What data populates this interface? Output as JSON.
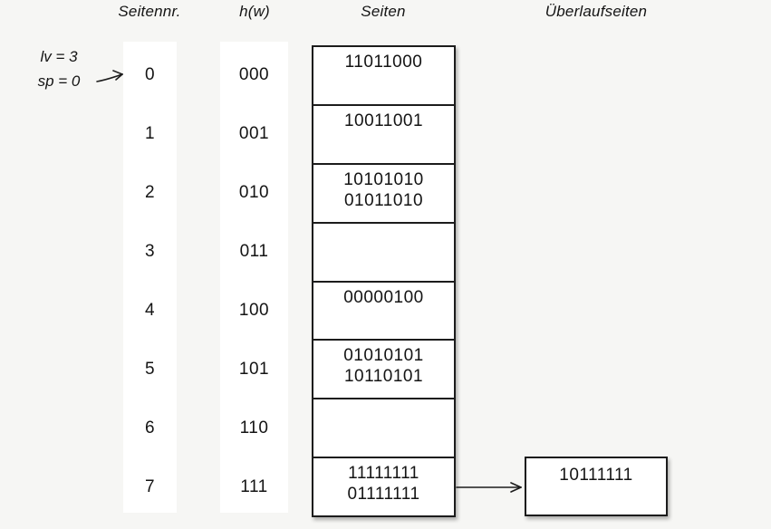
{
  "colors": {
    "background": "#f6f6f4",
    "box_fill": "#ffffff",
    "border": "#1c1c1c",
    "text": "#141414"
  },
  "headers": {
    "page_number": "Seitennr.",
    "hash_function": "h(w)",
    "pages": "Seiten",
    "overflow_pages": "Überlaufseiten"
  },
  "annotation": {
    "line1": "lv = 3",
    "line2": "sp = 0",
    "points_to_page": "0"
  },
  "icons": {
    "pointer_arrow": "arrow-up-right-icon",
    "overflow_link_arrow": "arrow-right-icon"
  },
  "table": {
    "rows": [
      {
        "page": "0",
        "hash": "000",
        "entries": [
          "11011000"
        ]
      },
      {
        "page": "1",
        "hash": "001",
        "entries": [
          "10011001"
        ]
      },
      {
        "page": "2",
        "hash": "010",
        "entries": [
          "10101010",
          "01011010"
        ]
      },
      {
        "page": "3",
        "hash": "011",
        "entries": []
      },
      {
        "page": "4",
        "hash": "100",
        "entries": [
          "00000100"
        ]
      },
      {
        "page": "5",
        "hash": "101",
        "entries": [
          "01010101",
          "10110101"
        ]
      },
      {
        "page": "6",
        "hash": "110",
        "entries": []
      },
      {
        "page": "7",
        "hash": "111",
        "entries": [
          "11111111",
          "01111111"
        ]
      }
    ]
  },
  "overflow": {
    "linked_from_page": "7",
    "entries": [
      "10111111"
    ]
  }
}
